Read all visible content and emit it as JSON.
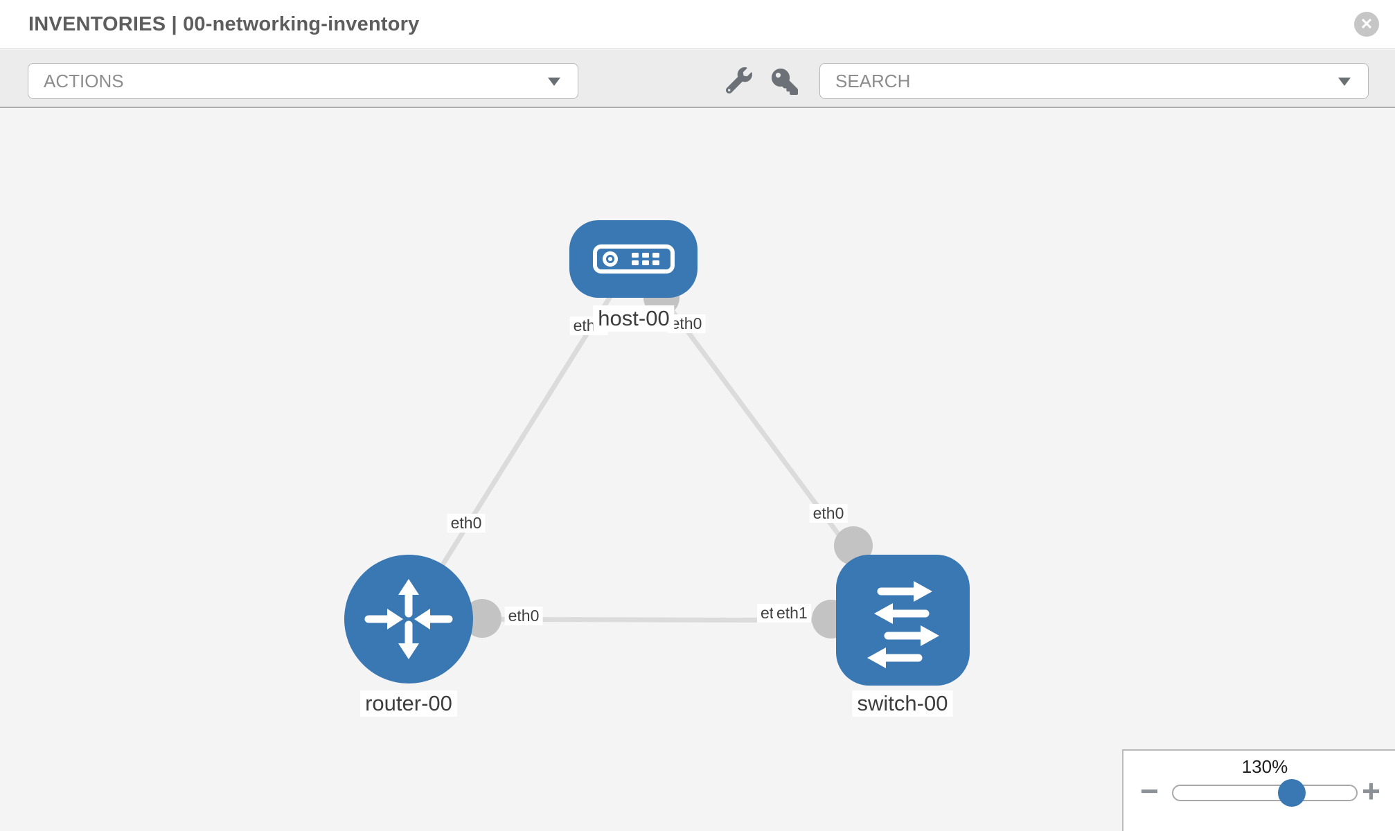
{
  "header": {
    "title": "INVENTORIES | 00-networking-inventory",
    "close_glyph": "✕"
  },
  "toolbar": {
    "actions_label": "ACTIONS",
    "search_label": "SEARCH",
    "icons": [
      "wrench-icon",
      "key-icon"
    ]
  },
  "topology": {
    "nodes": [
      {
        "id": "host-00",
        "type": "host",
        "label": "host-00"
      },
      {
        "id": "router-00",
        "type": "router",
        "label": "router-00"
      },
      {
        "id": "switch-00",
        "type": "switch",
        "label": "switch-00"
      }
    ],
    "links": [
      {
        "from": "host-00",
        "to": "router-00",
        "from_iface": "eth0",
        "to_iface": "eth0"
      },
      {
        "from": "host-00",
        "to": "switch-00",
        "from_iface": "eth0",
        "to_iface": "eth0"
      },
      {
        "from": "router-00",
        "to": "switch-00",
        "from_iface": "eth0",
        "to_iface": "eth1"
      }
    ],
    "ifaces": {
      "host_to_router": "eth0",
      "host_to_switch": "eth0",
      "router_to_host": "eth0",
      "switch_to_host": "eth0",
      "router_to_switch": "eth0",
      "switch_hidden": "eth0",
      "switch_to_router": "eth1"
    }
  },
  "zoom_control": {
    "value": "130%",
    "minus_glyph": "−",
    "plus_glyph": "+"
  },
  "colors": {
    "node_blue": "#3a78b4",
    "link_gray": "#dbdbdb",
    "connector_gray": "#c3c3c3",
    "toolbar_bg": "#ececec",
    "canvas_bg": "#f4f4f4"
  }
}
